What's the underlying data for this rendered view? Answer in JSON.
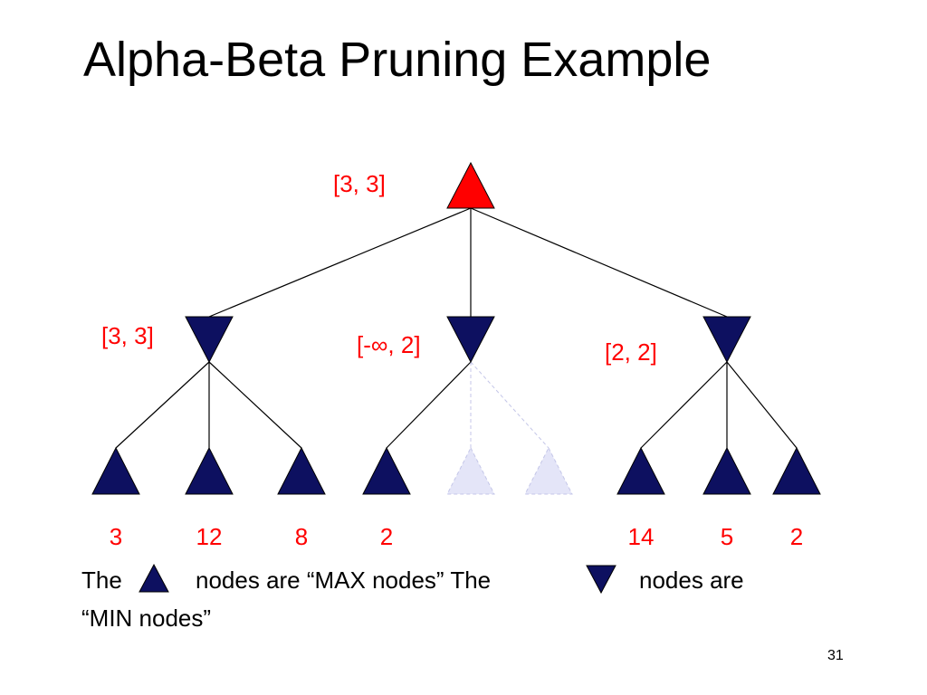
{
  "slide": {
    "title": "Alpha-Beta Pruning Example",
    "page_number": "31"
  },
  "colors": {
    "node": "#0d1060",
    "root": "#ff0000",
    "pruned_fill": "#e4e5f8",
    "pruned_stroke": "#c4c6e8",
    "label": "#ff0000",
    "edge": "#000000"
  },
  "tree": {
    "root": {
      "kind": "max",
      "interval": "[3, 3]",
      "highlighted": true
    },
    "min_nodes": [
      {
        "interval": "[3, 3]"
      },
      {
        "interval": "[-∞, 2]"
      },
      {
        "interval": "[2, 2]"
      }
    ],
    "leaves": [
      {
        "value": "3",
        "pruned": false
      },
      {
        "value": "12",
        "pruned": false
      },
      {
        "value": "8",
        "pruned": false
      },
      {
        "value": "2",
        "pruned": false
      },
      {
        "value": "",
        "pruned": true
      },
      {
        "value": "",
        "pruned": true
      },
      {
        "value": "14",
        "pruned": false
      },
      {
        "value": "5",
        "pruned": false
      },
      {
        "value": "2",
        "pruned": false
      }
    ]
  },
  "legend": {
    "prefix": "The",
    "max_text": "nodes are “MAX nodes” The",
    "min_text": "nodes are",
    "line2": "“MIN nodes”",
    "max_icon": "up-triangle-icon",
    "min_icon": "down-triangle-icon"
  }
}
